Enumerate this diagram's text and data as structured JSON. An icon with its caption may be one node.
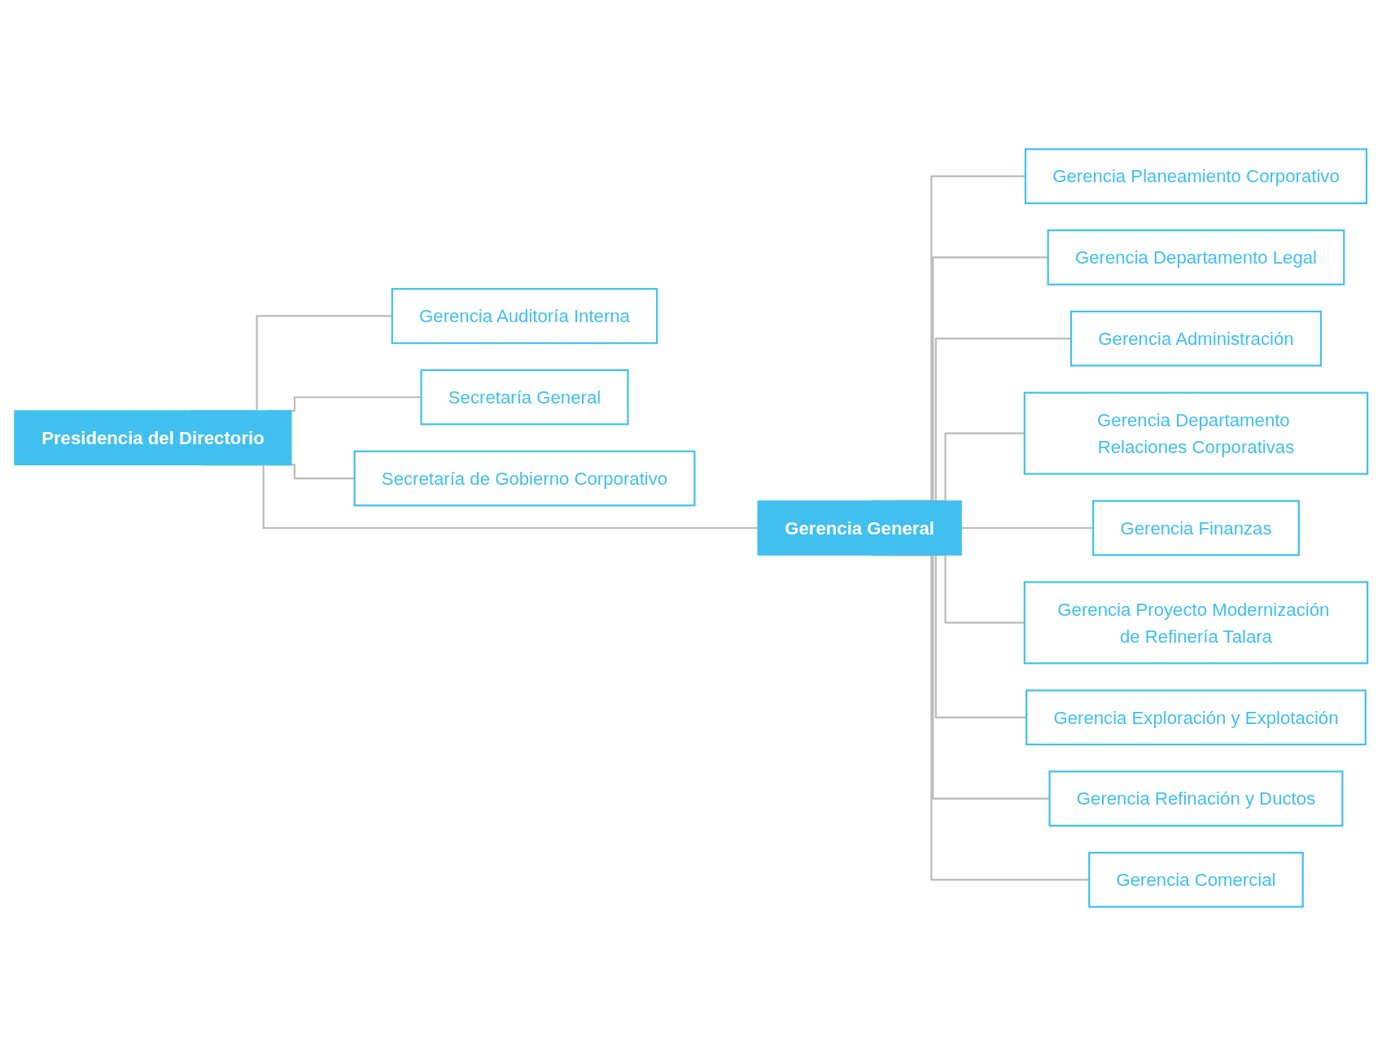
{
  "diagram": {
    "nodes": [
      {
        "text": [
          "Presidencia del Directorio"
        ]
      },
      {
        "text": [
          "Gerencia Auditoría Interna"
        ]
      },
      {
        "text": [
          "Secretaría General"
        ]
      },
      {
        "text": [
          "Secretaría de Gobierno Corporativo"
        ]
      },
      {
        "text": [
          "Gerencia General"
        ]
      },
      {
        "text": [
          "Gerencia Planeamiento Corporativo"
        ]
      },
      {
        "text": [
          "Gerencia Departamento Legal"
        ]
      },
      {
        "text": [
          "Gerencia Administración"
        ]
      },
      {
        "text": [
          "Gerencia Departamento Relaciones Corporativas"
        ]
      },
      {
        "text": [
          "Gerencia Finanzas"
        ]
      },
      {
        "text": [
          "Gerencia Proyecto Modernización de Refinería Talara"
        ]
      },
      {
        "text": [
          "Gerencia Exploración y Explotación"
        ]
      },
      {
        "text": [
          "Gerencia Refinación y Ductos"
        ]
      },
      {
        "text": [
          "Gerencia Comercial"
        ]
      }
    ],
    "edges": [
      {
        "from": 0,
        "to": 1,
        "arrow": "none"
      },
      {
        "from": 0,
        "to": 2,
        "arrow": "none"
      },
      {
        "from": 0,
        "to": 3,
        "arrow": "none"
      },
      {
        "from": 0,
        "to": 4,
        "arrow": "none"
      },
      {
        "from": 4,
        "to": 5,
        "arrow": "none"
      },
      {
        "from": 4,
        "to": 6,
        "arrow": "none"
      },
      {
        "from": 4,
        "to": 7,
        "arrow": "none"
      },
      {
        "from": 4,
        "to": 8,
        "arrow": "none"
      },
      {
        "from": 4,
        "to": 9,
        "arrow": "none"
      },
      {
        "from": 4,
        "to": 10,
        "arrow": "none"
      },
      {
        "from": 4,
        "to": 11,
        "arrow": "none"
      },
      {
        "from": 4,
        "to": 12,
        "arrow": "none"
      },
      {
        "from": 4,
        "to": 13,
        "arrow": "none"
      }
    ]
  }
}
